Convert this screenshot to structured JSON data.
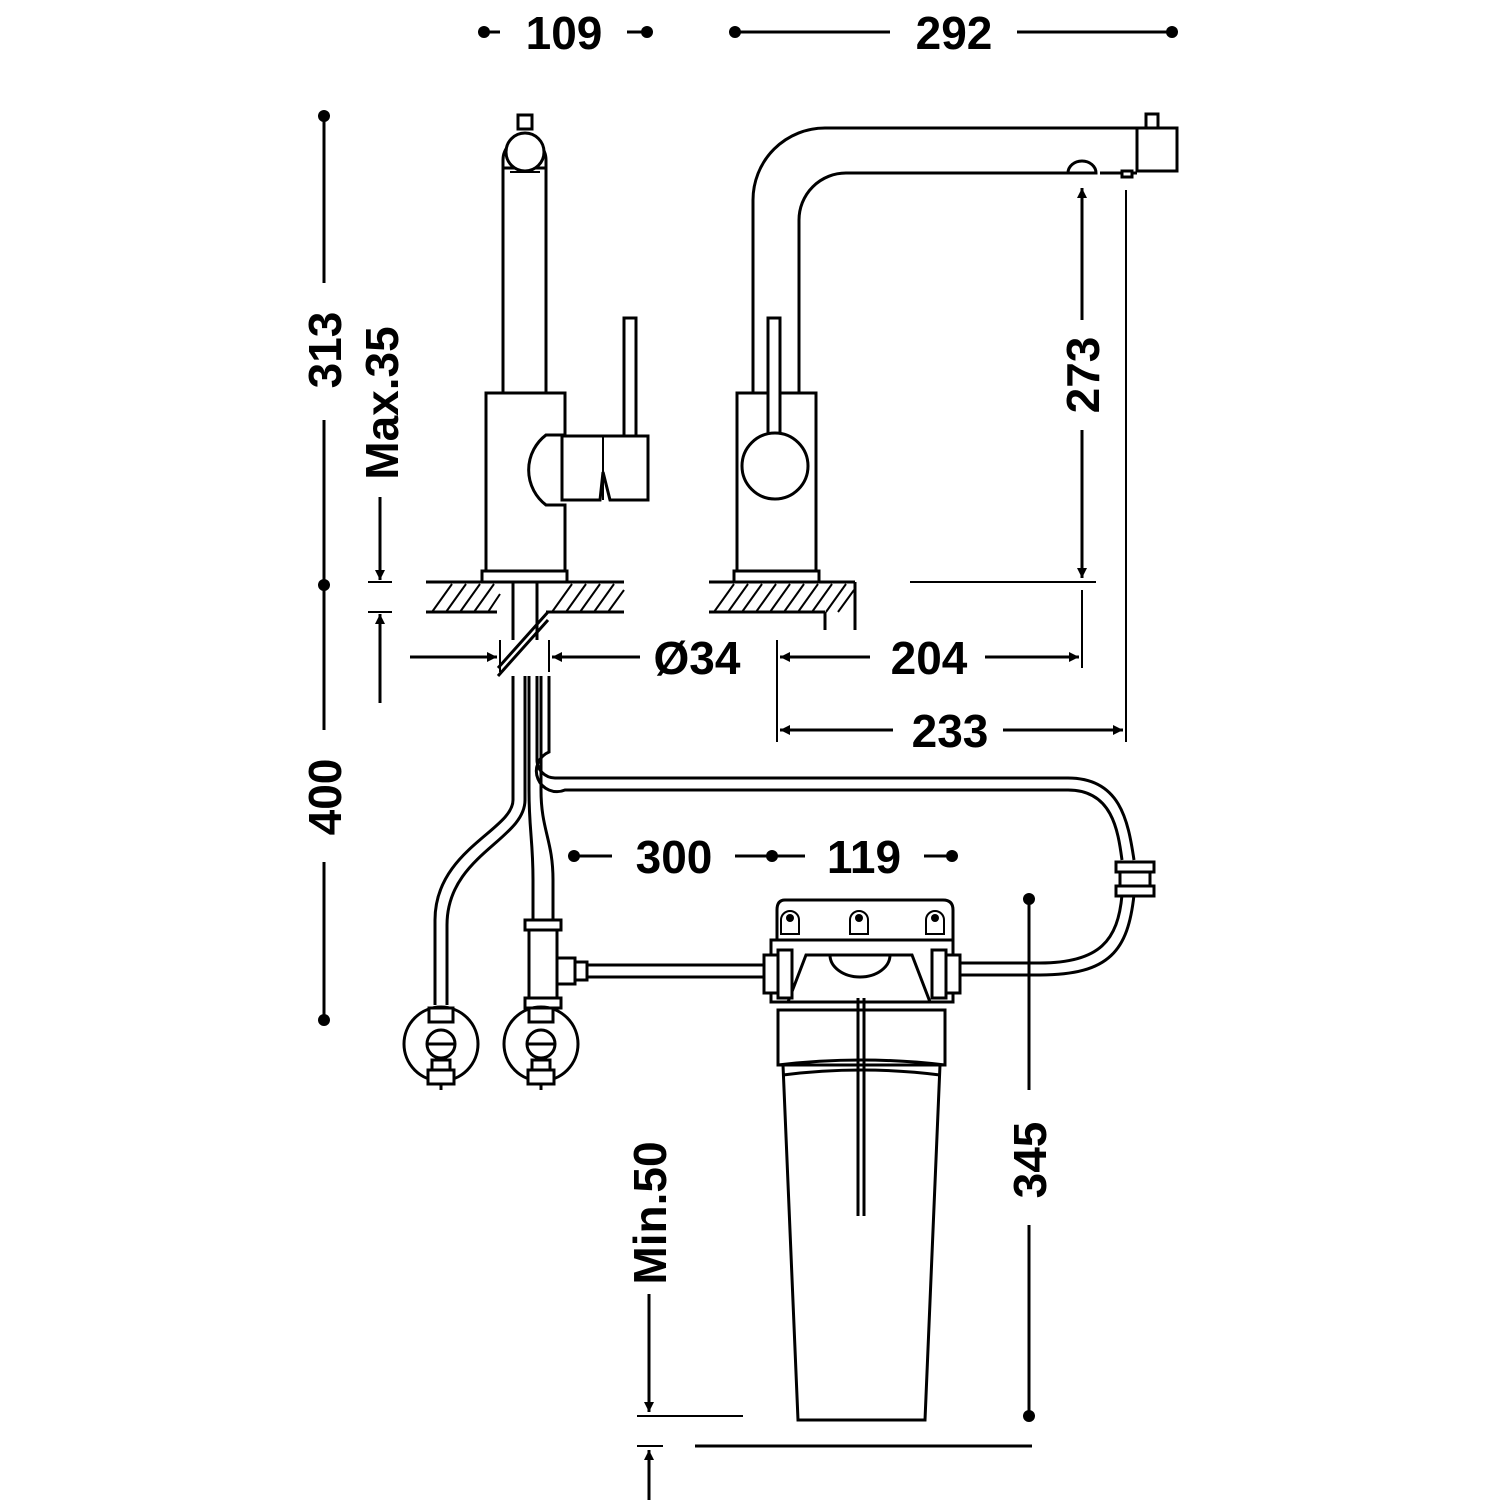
{
  "dimensions": {
    "top_left": "109",
    "top_right": "292",
    "height_left": "313",
    "max_counter": "Max.35",
    "depth_below": "400",
    "spout_height": "273",
    "hole_diameter": "Ø34",
    "reach_inner": "204",
    "reach_outer": "233",
    "hose_length": "300",
    "filter_width": "119",
    "filter_height": "345",
    "min_clearance": "Min.50"
  },
  "colors": {
    "line": "#000000",
    "background": "#ffffff"
  }
}
